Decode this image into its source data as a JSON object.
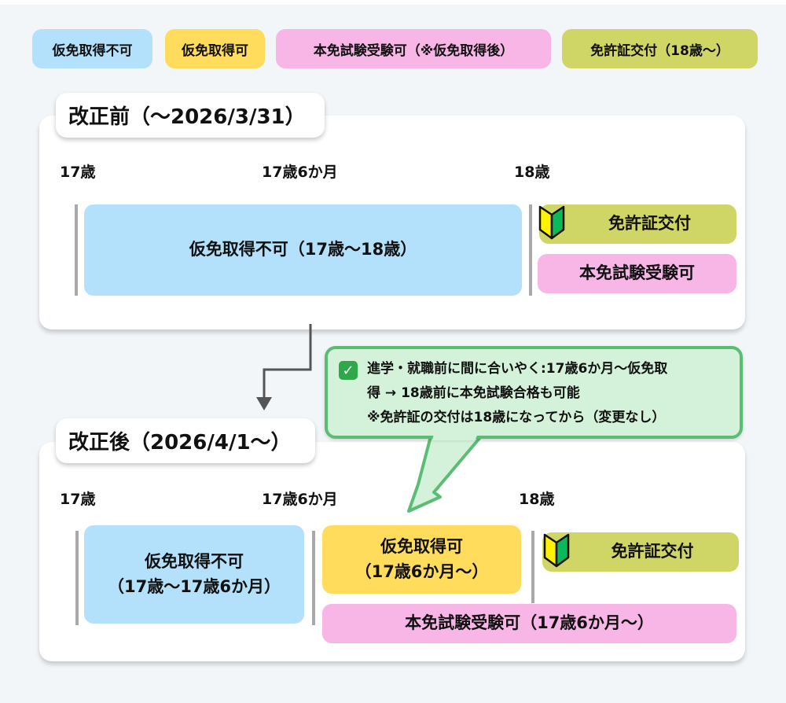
{
  "legend": [
    {
      "label": "仮免取得不可",
      "color": "#b3e1fb"
    },
    {
      "label": "仮免取得可",
      "color": "#ffdc5b"
    },
    {
      "label": "本免試験受験可（※仮免取得後）",
      "color": "#f8b6e6"
    },
    {
      "label": "免許証交付（18歳〜）",
      "color": "#d0d665"
    }
  ],
  "before": {
    "title": "改正前（〜2026/3/31）",
    "ages": [
      "17歳",
      "17歳6か月",
      "18歳"
    ],
    "bar_no_permit": "仮免取得不可（17歳〜18歳）",
    "bar_license": "免許証交付",
    "bar_exam": "本免試験受験可"
  },
  "after": {
    "title": "改正後（2026/4/1〜）",
    "ages": [
      "17歳",
      "17歳6か月",
      "18歳"
    ],
    "bar_no_permit_line1": "仮免取得不可",
    "bar_no_permit_line2": "（17歳〜17歳6か月）",
    "bar_permit_line1": "仮免取得可",
    "bar_permit_line2": "（17歳6か月〜）",
    "bar_license": "免許証交付",
    "bar_exam": "本免試験受験可（17歳6か月〜）"
  },
  "callout": {
    "icon": "check-mark-icon",
    "line1": "進学・就職前に間に合いやく:17歳6か月〜仮免取",
    "line2": "得 → 18歳前に本免試験合格も可能",
    "line3": "※免許証の交付は18歳になってから（変更なし）"
  },
  "colors": {
    "blue": "#b3e1fb",
    "yellow": "#ffdc5b",
    "pink": "#f8b6e6",
    "olive": "#d0d665",
    "callout_bg": "#d3f2d9",
    "callout_border": "#5bbd73"
  }
}
